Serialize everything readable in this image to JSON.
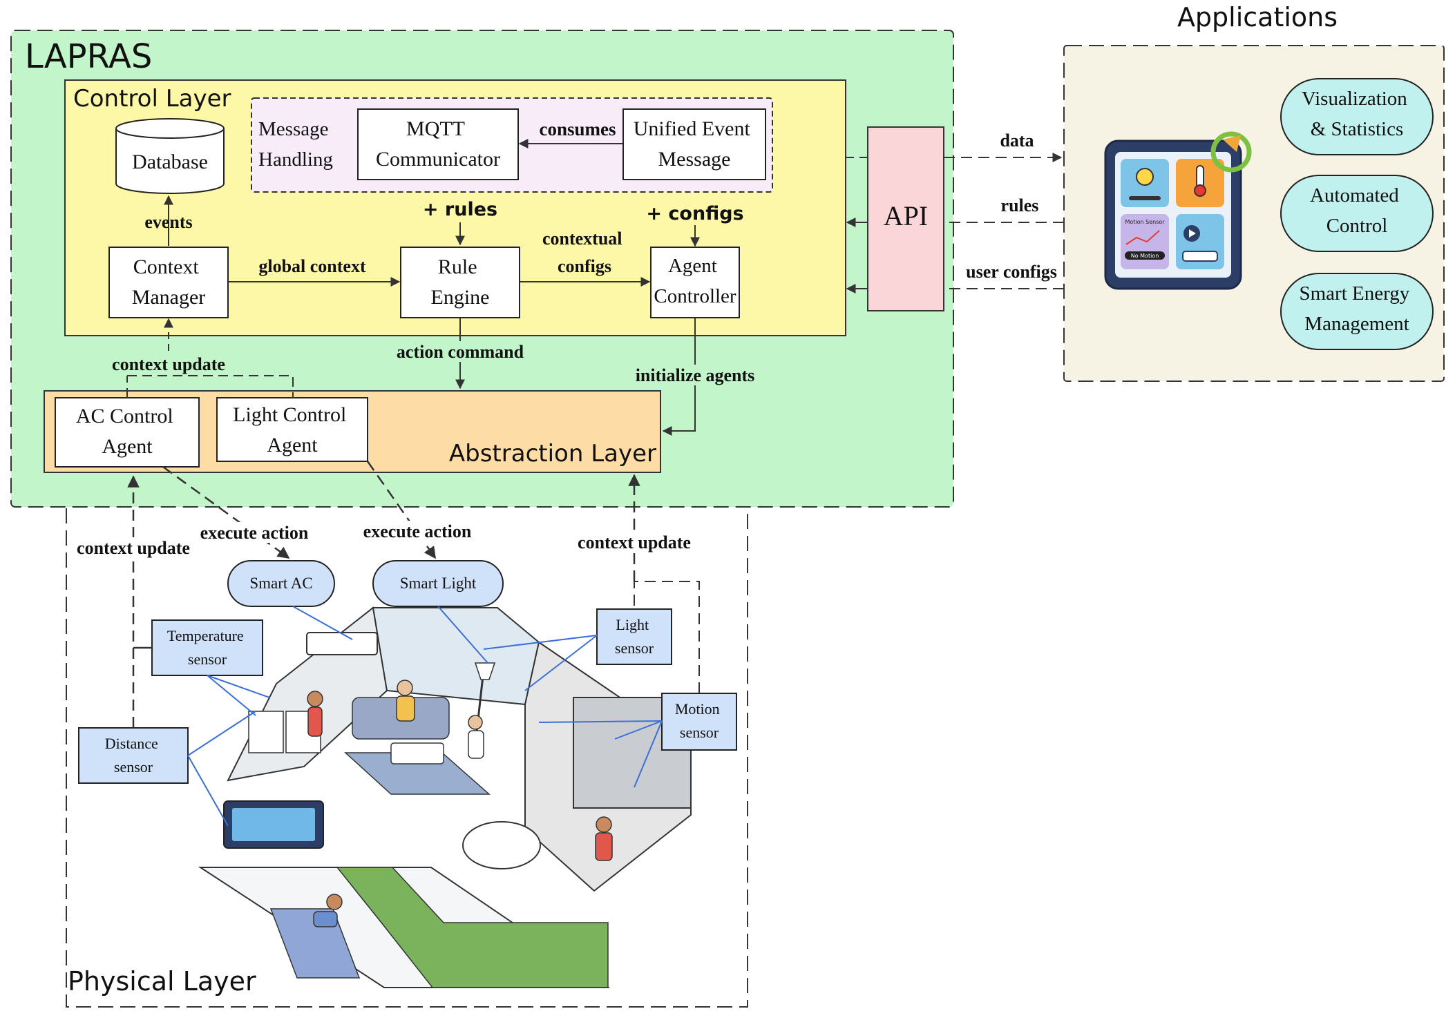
{
  "lapras": {
    "title": "LAPRAS",
    "control_layer": {
      "title": "Control Layer",
      "database": "Database",
      "message_handling": [
        "Message",
        "Handling"
      ],
      "mqtt": [
        "MQTT",
        "Communicator"
      ],
      "unified_event": [
        "Unified Event",
        "Message"
      ],
      "context_manager": [
        "Context",
        "Manager"
      ],
      "rule_engine": [
        "Rule",
        "Engine"
      ],
      "agent_controller": [
        "Agent",
        "Controller"
      ]
    },
    "api": "API",
    "abstraction_layer": {
      "title": "Abstraction Layer",
      "ac_agent": [
        "AC Control",
        "Agent"
      ],
      "light_agent": [
        "Light Control",
        "Agent"
      ]
    }
  },
  "edges": {
    "consumes": "consumes",
    "events": "events",
    "plus_rules": "+ rules",
    "plus_configs": "+ configs",
    "global_context": "global context",
    "contextual_configs": [
      "contextual",
      "configs"
    ],
    "action_command": "action command",
    "initialize_agents": "initialize agents",
    "context_update": "context update",
    "execute_action": "execute action",
    "data": "data",
    "rules": "rules",
    "user_configs": "user configs"
  },
  "applications": {
    "title": "Applications",
    "items": [
      [
        "Visualization",
        "& Statistics"
      ],
      [
        "Automated",
        "Control"
      ],
      [
        "Smart Energy",
        "Management"
      ]
    ],
    "tablet": {
      "motion_sensor": "Motion Sensor",
      "no_motion": "No Motion"
    }
  },
  "physical_layer": {
    "title": "Physical Layer",
    "devices": {
      "smart_ac": "Smart AC",
      "smart_light": "Smart Light",
      "temperature_sensor": [
        "Temperature",
        "sensor"
      ],
      "distance_sensor": [
        "Distance",
        "sensor"
      ],
      "light_sensor": [
        "Light",
        "sensor"
      ],
      "motion_sensor": [
        "Motion",
        "sensor"
      ]
    }
  },
  "colors": {
    "lapras_bg": "#c3f5cb",
    "control_bg": "#fdf7a8",
    "message_bg": "#f8ecf9",
    "api_bg": "#fbd6d9",
    "abstraction_bg": "#fddca6",
    "applications_bg": "#f6f2e4",
    "app_item_bg": "#c1f1ee",
    "device_bg": "#cfe2fa",
    "floor_green": "#7ab35c"
  }
}
